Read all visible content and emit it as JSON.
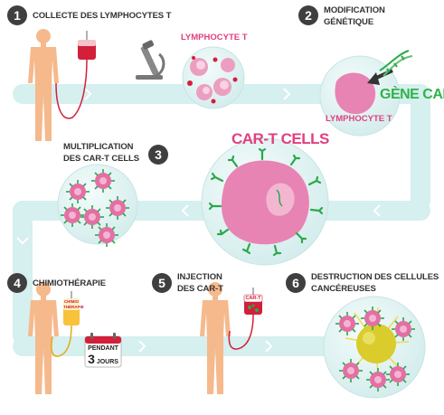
{
  "steps": [
    {
      "number": "1",
      "lines": [
        "COLLECTE DES LYMPHOCYTES T"
      ]
    },
    {
      "number": "2",
      "lines": [
        "MODIFICATION",
        "GÉNÉTIQUE"
      ]
    },
    {
      "number": "3",
      "lines": [
        "MULTIPLICATION",
        "DES CAR-T CELLS"
      ]
    },
    {
      "number": "4",
      "lines": [
        "CHIMIOTHÉRAPIE"
      ]
    },
    {
      "number": "5",
      "lines": [
        "INJECTION",
        "DES CAR-T"
      ]
    },
    {
      "number": "6",
      "lines": [
        "DESTRUCTION DES CELLULES",
        "CANCÉREUSES"
      ]
    }
  ],
  "labels": {
    "lymphocyte_t_1": "LYMPHOCYTE T",
    "lymphocyte_t_2": "LYMPHOCYTE T",
    "gene_car": "GÈNE CAR",
    "car_t_cells": "CAR-T CELLS",
    "chemo_bag": [
      "CHIMIO",
      "THÉRAPIE"
    ],
    "cart_bag": "CAR-T",
    "calendar": [
      "PENDANT",
      "3",
      "JOURS"
    ]
  },
  "colors": {
    "accent_pink": "#e0407f",
    "accent_green": "#2fb34a",
    "path_teal": "#d6efef",
    "step_badge": "#3f3f3f",
    "skin": "#f5b98c"
  }
}
